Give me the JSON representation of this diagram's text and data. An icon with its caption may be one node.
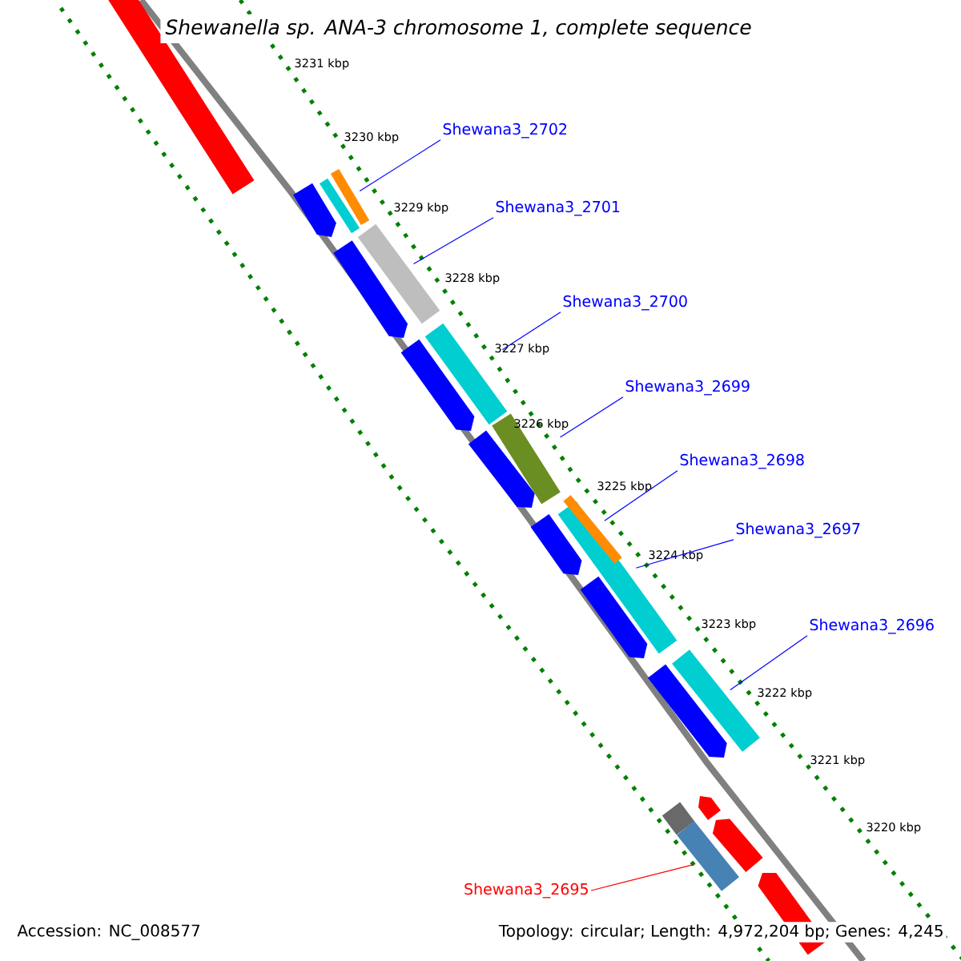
{
  "diagram": {
    "title": "*Shewanella* sp. ANA-3 chromosome 1, complete sequence",
    "nodes": [
      {
        "text": [
          "Shewana3_2702"
        ]
      },
      {
        "text": [],
        "shape": "bar"
      },
      {
        "text": [
          "Shewana3_2701"
        ]
      },
      {
        "text": [],
        "shape": "bar"
      },
      {
        "text": [
          "Shewana3_2700"
        ]
      },
      {
        "text": [],
        "shape": "bar"
      },
      {
        "text": [
          "Shewana3_2699"
        ]
      },
      {
        "text": [],
        "shape": "bar"
      },
      {
        "text": [
          "Shewana3_2698"
        ]
      },
      {
        "text": [],
        "shape": "bar"
      },
      {
        "text": [
          "Shewana3_2697"
        ]
      },
      {
        "text": [],
        "shape": "bar"
      },
      {
        "text": [
          "Shewana3_2696"
        ]
      },
      {
        "text": [],
        "shape": "bar"
      },
      {
        "text": [],
        "shape": "bar"
      },
      {
        "text": [
          "Shewana3_2695"
        ]
      }
    ],
    "edges": [
      {
        "from": 0,
        "to": 1,
        "arrow": "none"
      },
      {
        "from": 2,
        "to": 3,
        "arrow": "none"
      },
      {
        "from": 4,
        "to": 5,
        "arrow": "none"
      },
      {
        "from": 6,
        "to": 7,
        "arrow": "none"
      },
      {
        "from": 8,
        "to": 9,
        "arrow": "none"
      },
      {
        "from": 10,
        "to": 11,
        "arrow": "none"
      },
      {
        "from": 12,
        "to": 13,
        "arrow": "none"
      },
      {
        "from": 15,
        "to": 14,
        "arrow": "none",
        "color": "#ff0000"
      }
    ],
    "labels": [
      "3231 kbp",
      "3230 kbp",
      "3229 kbp",
      "3228 kbp",
      "3227 kbp",
      "3226 kbp",
      "3225 kbp",
      "3224 kbp",
      "3223 kbp",
      "3222 kbp",
      "3221 kbp",
      "3220 kbp",
      "Accession: NC_008577",
      "Topology: circular; Length: 4,972,204 bp; Genes: 4,245"
    ]
  }
}
